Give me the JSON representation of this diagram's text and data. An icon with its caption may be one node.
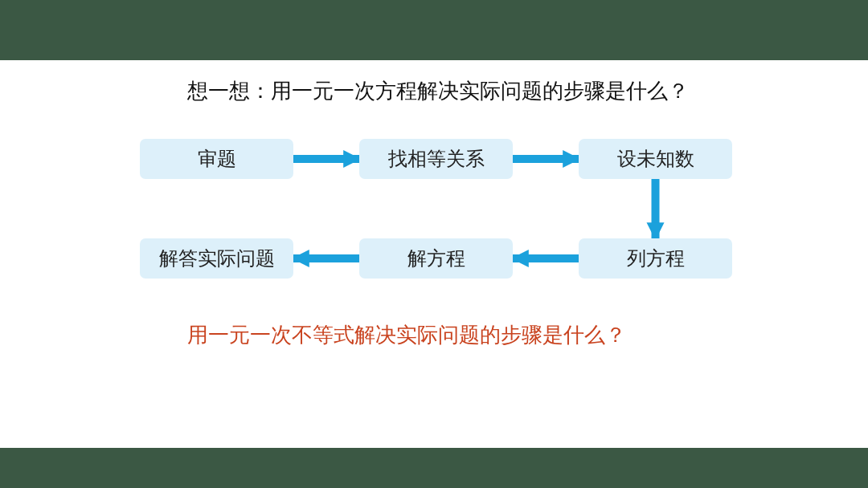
{
  "diagram": {
    "title": "想一想：用一元一次方程解决实际问题的步骤是什么？",
    "nodes": [
      {
        "text": [
          "审题"
        ]
      },
      {
        "text": [
          "找相等关系"
        ]
      },
      {
        "text": [
          "设未知数"
        ]
      },
      {
        "text": [
          "解答实际问题"
        ]
      },
      {
        "text": [
          "解方程"
        ]
      },
      {
        "text": [
          "列方程"
        ]
      }
    ],
    "edges": [
      {
        "from": 0,
        "to": 1,
        "arrow": "to"
      },
      {
        "from": 1,
        "to": 2,
        "arrow": "to"
      },
      {
        "from": 2,
        "to": 5,
        "arrow": "to"
      },
      {
        "from": 5,
        "to": 4,
        "arrow": "to"
      },
      {
        "from": 4,
        "to": 3,
        "arrow": "to"
      }
    ],
    "labels": [
      "用一元一次不等式解决实际问题的步骤是什么？"
    ]
  }
}
